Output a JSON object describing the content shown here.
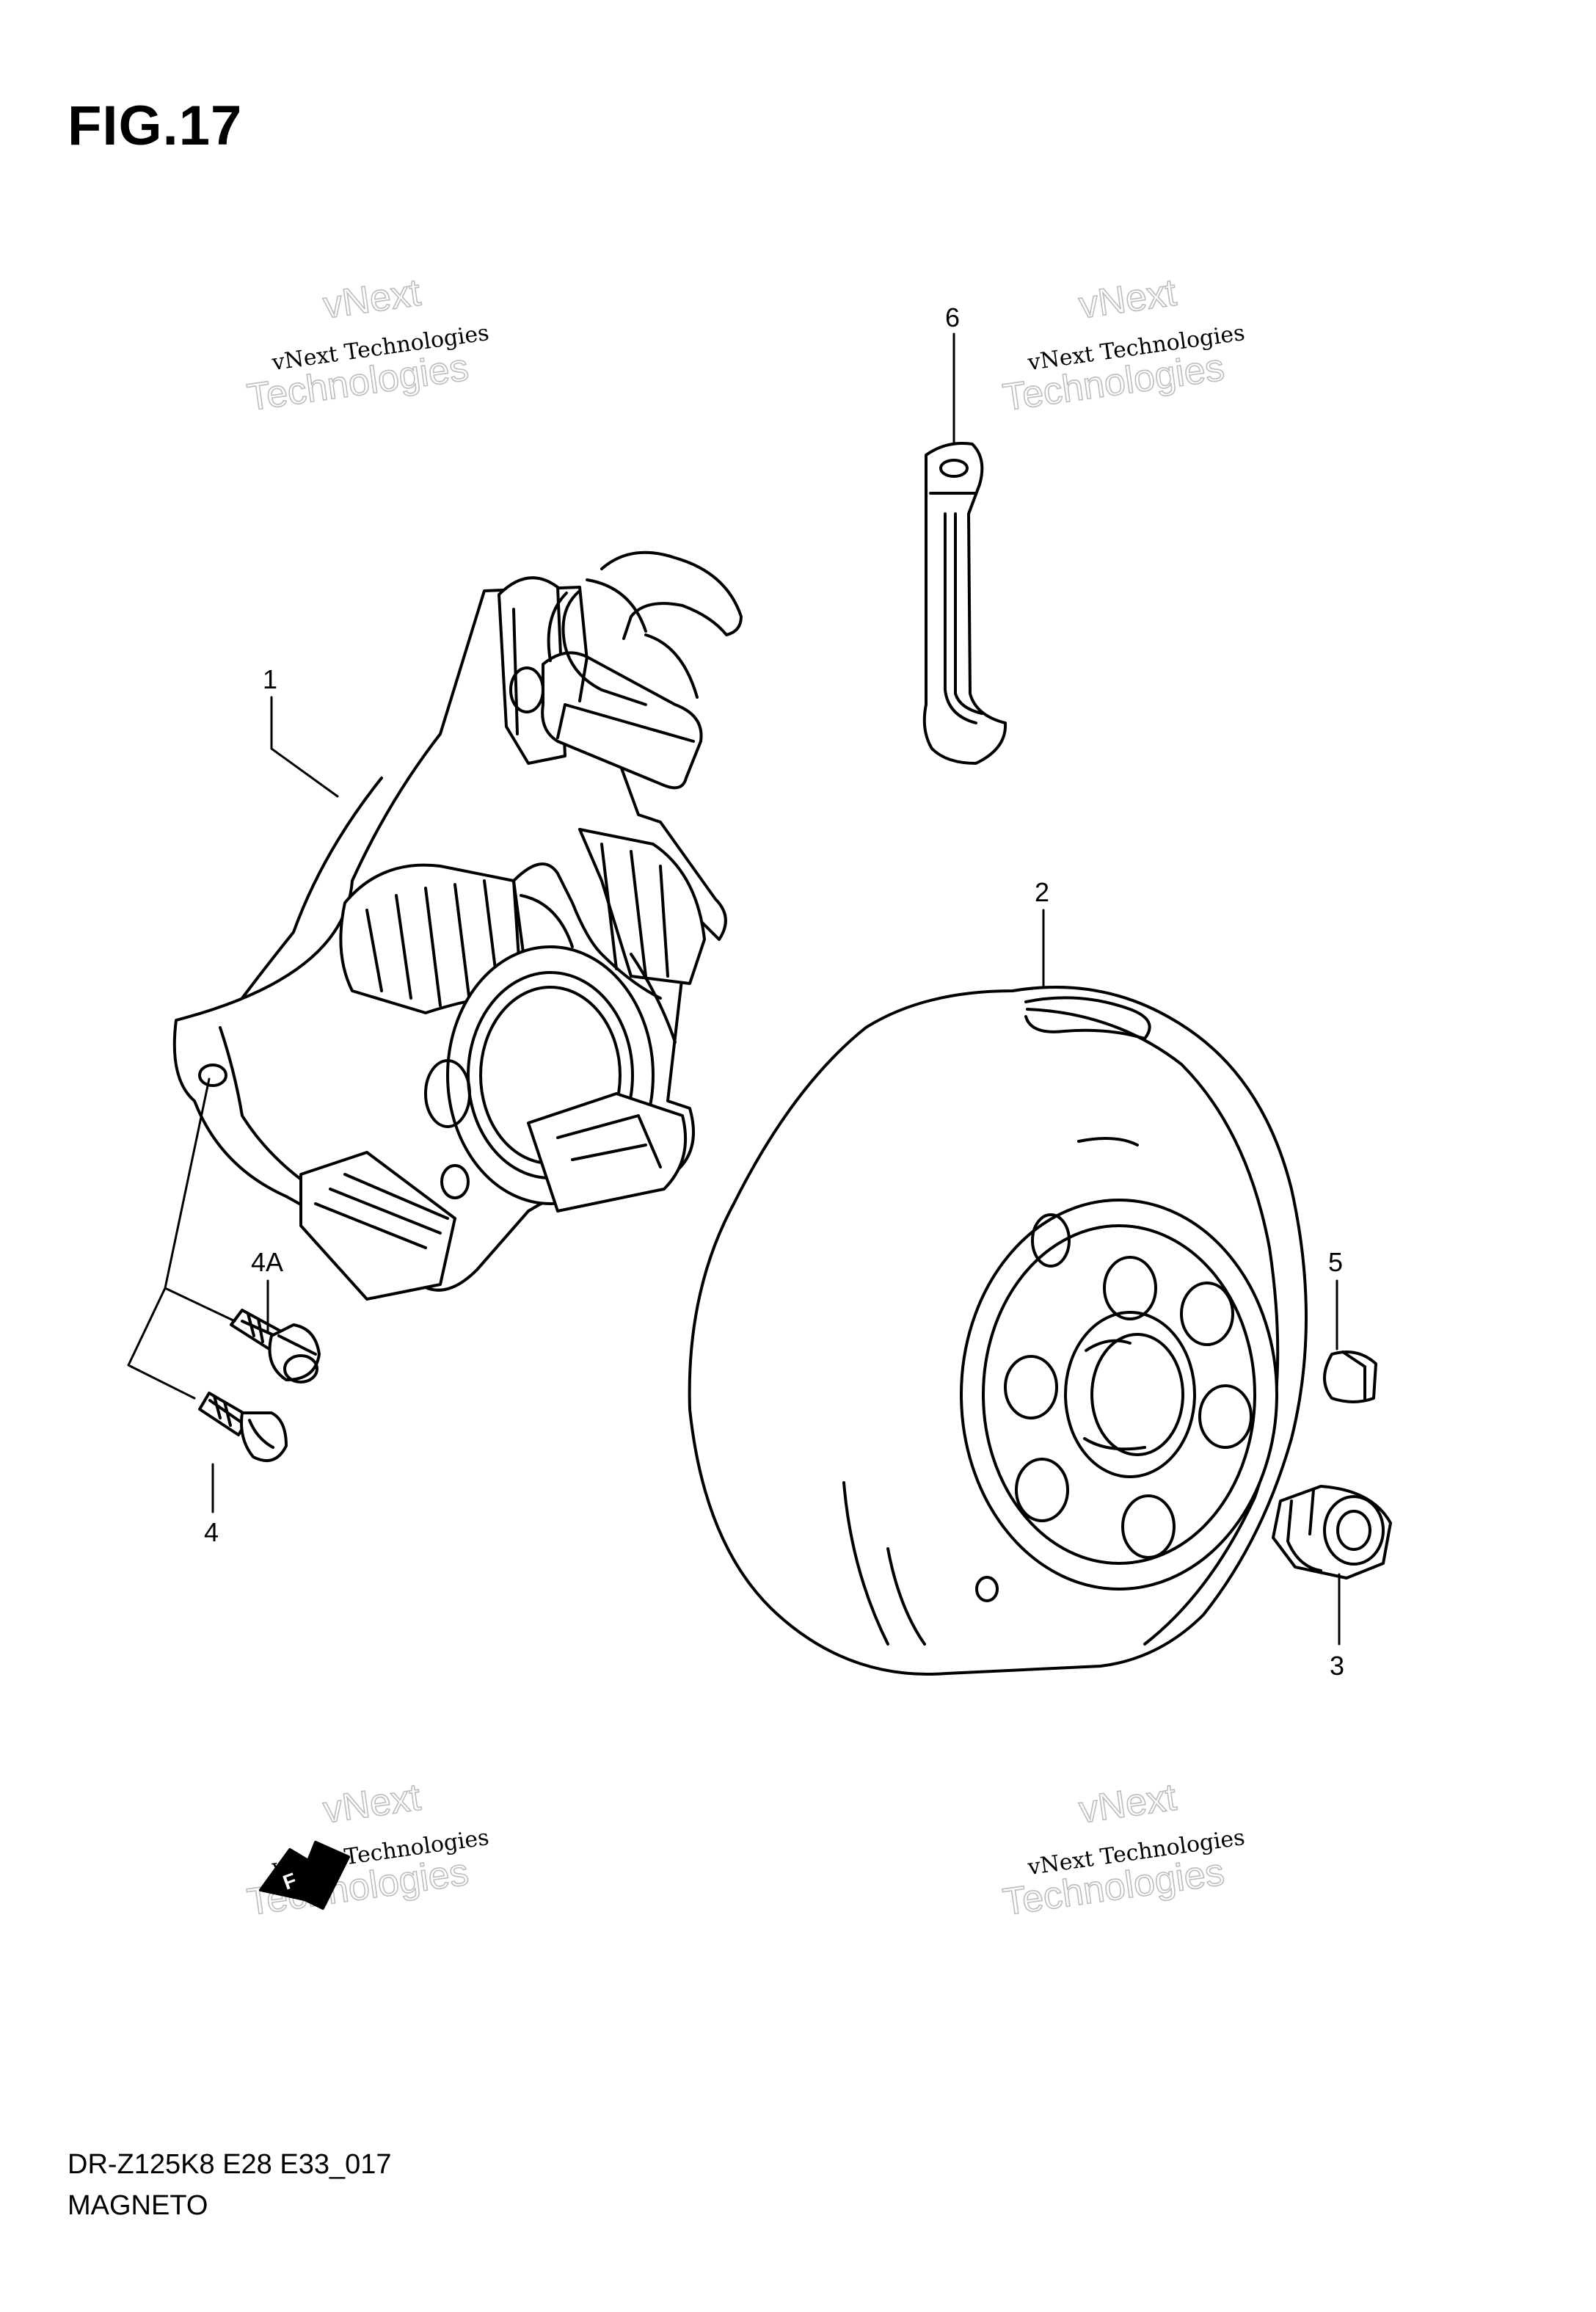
{
  "figure": {
    "title": "FIG.17"
  },
  "footer": {
    "model_code": "DR-Z125K8 E28 E33_017",
    "section_name": "MAGNETO"
  },
  "callouts": {
    "part_1": "1",
    "part_2": "2",
    "part_3": "3",
    "part_4": "4",
    "part_4a": "4A",
    "part_5": "5",
    "part_6": "6"
  },
  "watermark": {
    "line_a": "vNext",
    "line_b": "vNext Technologies",
    "line_c": "Technologies"
  },
  "front_badge": {
    "text": "F"
  }
}
